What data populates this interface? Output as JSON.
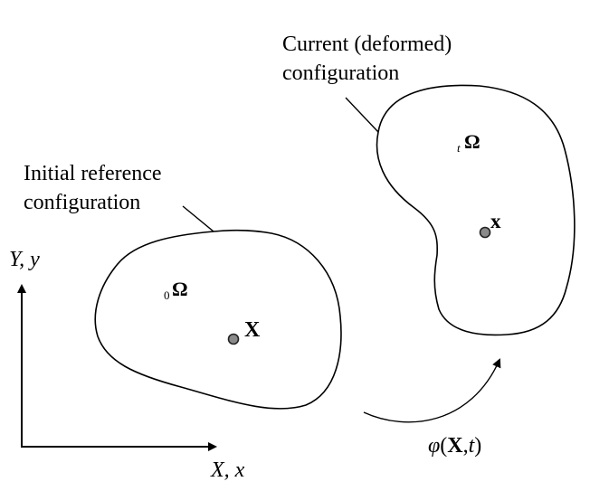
{
  "labels": {
    "current_line1": "Current (deformed)",
    "current_line2": "configuration",
    "initial_line1": "Initial reference",
    "initial_line2": "configuration",
    "current_domain_sub": "t",
    "current_domain_symbol": "Ω",
    "initial_domain_sub": "0",
    "initial_domain_symbol": "Ω",
    "current_point": "x",
    "initial_point": "X",
    "y_axis_label": "Y, y",
    "x_axis_label": "X, x",
    "mapping_phi": "φ",
    "mapping_open": "(",
    "mapping_X": "X",
    "mapping_comma": ",",
    "mapping_t": "t",
    "mapping_close": ")"
  },
  "colors": {
    "stroke": "#000000",
    "point_fill": "#8a8a8a",
    "background": "#ffffff"
  }
}
